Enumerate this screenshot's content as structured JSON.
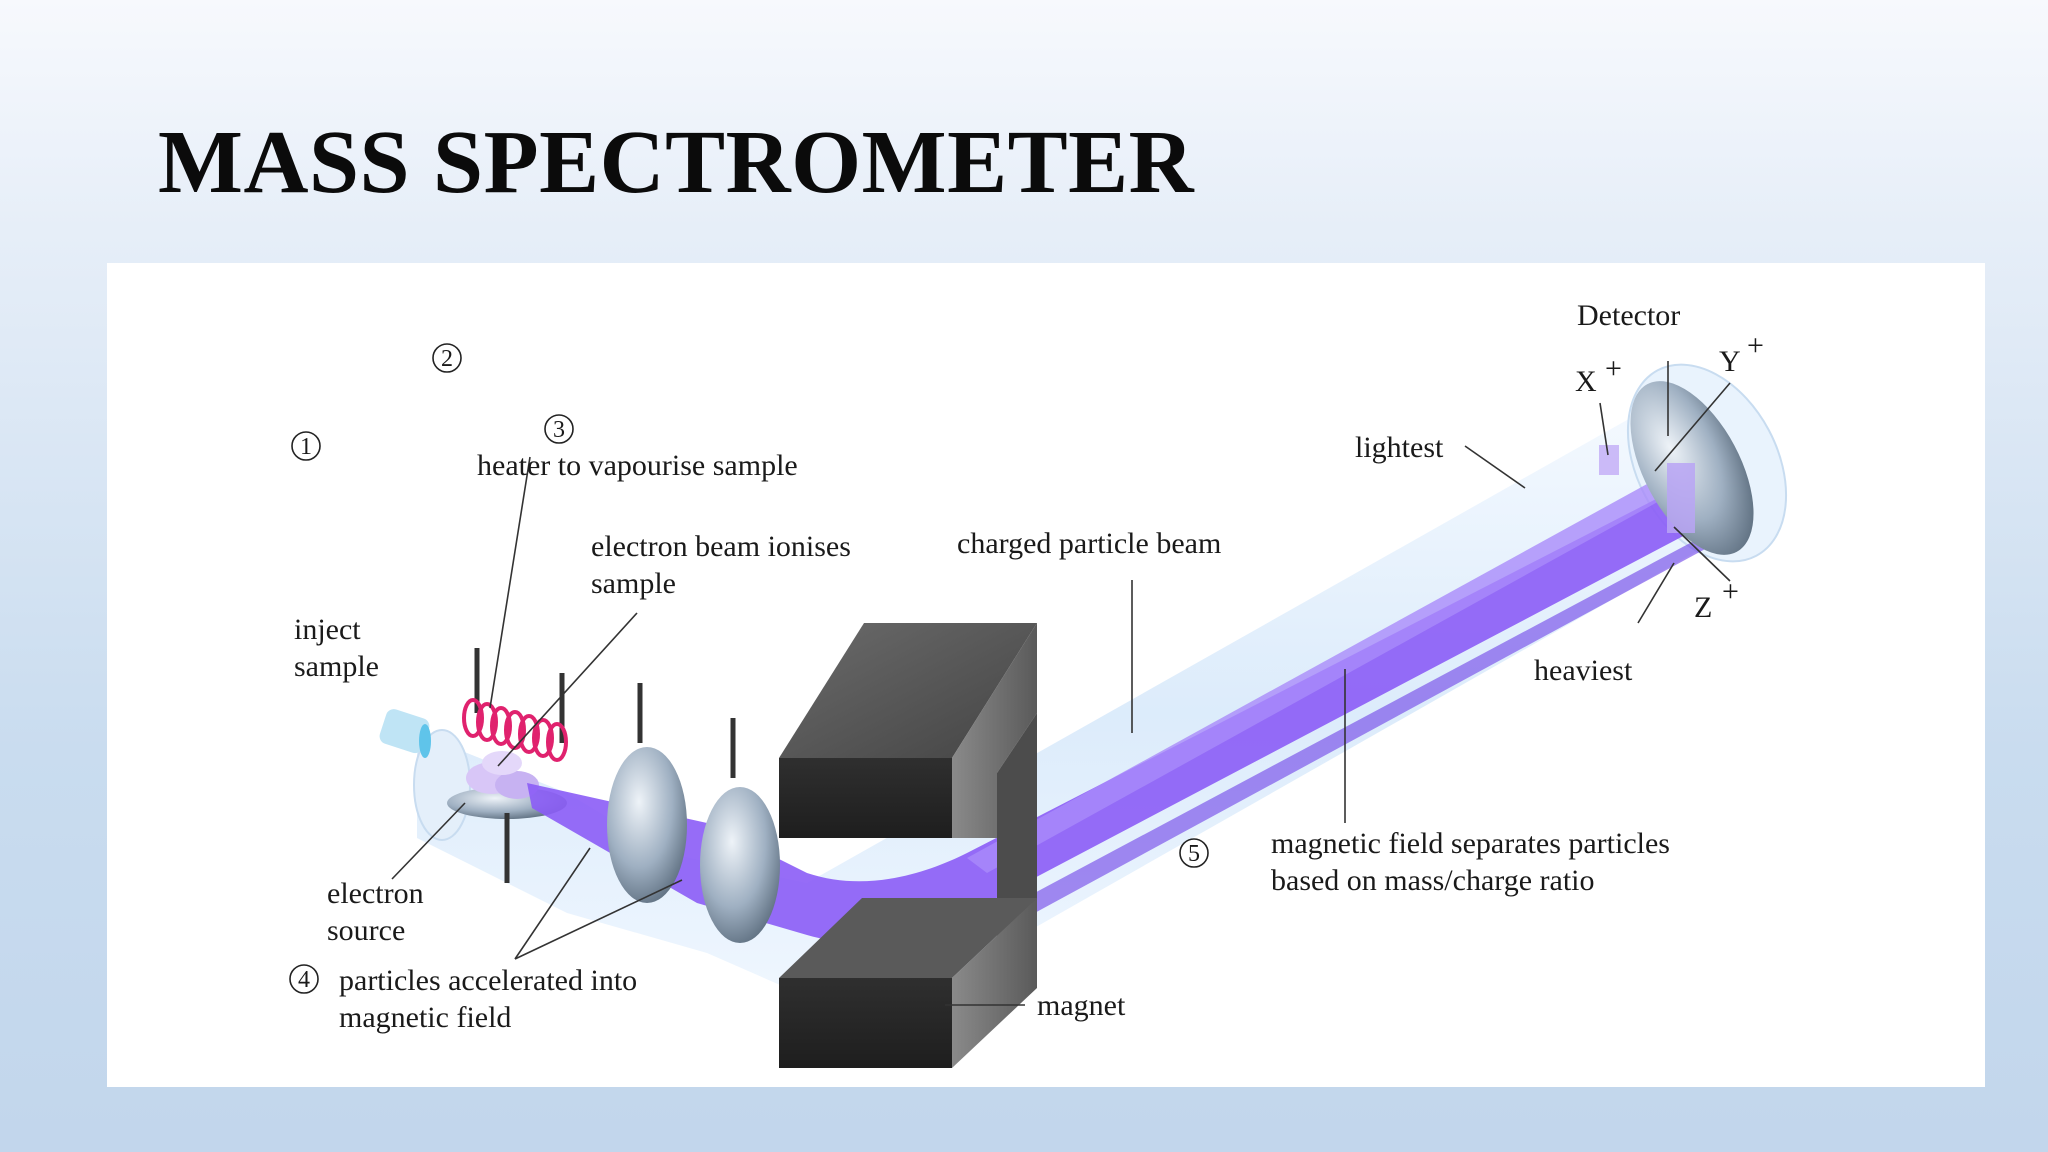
{
  "title": "MASS SPECTROMETER",
  "labels": {
    "step1_num": "1",
    "inject": "inject",
    "sample": "sample",
    "step2_num": "2",
    "heater": "heater to vapourise sample",
    "step3_num": "3",
    "electron_beam": "electron beam ionises",
    "electron_beam_2": "sample",
    "electron": "electron",
    "source": "source",
    "step4_num": "4",
    "accelerated": "particles accelerated into",
    "accelerated_2": "magnetic field",
    "magnet": "magnet",
    "charged_beam": "charged particle beam",
    "step5_num": "5",
    "separates": "magnetic field separates particles",
    "separates_2": "based on mass/charge ratio",
    "lightest": "lightest",
    "heaviest": "heaviest",
    "detector": "Detector",
    "x_ion": "X",
    "y_ion": "Y",
    "z_ion": "Z",
    "plus": "+"
  },
  "colors": {
    "beam": "#8b5cf6",
    "tube": "#dcebfa",
    "heater_coil": "#e0226e",
    "magnet": "#3a3a3a"
  }
}
